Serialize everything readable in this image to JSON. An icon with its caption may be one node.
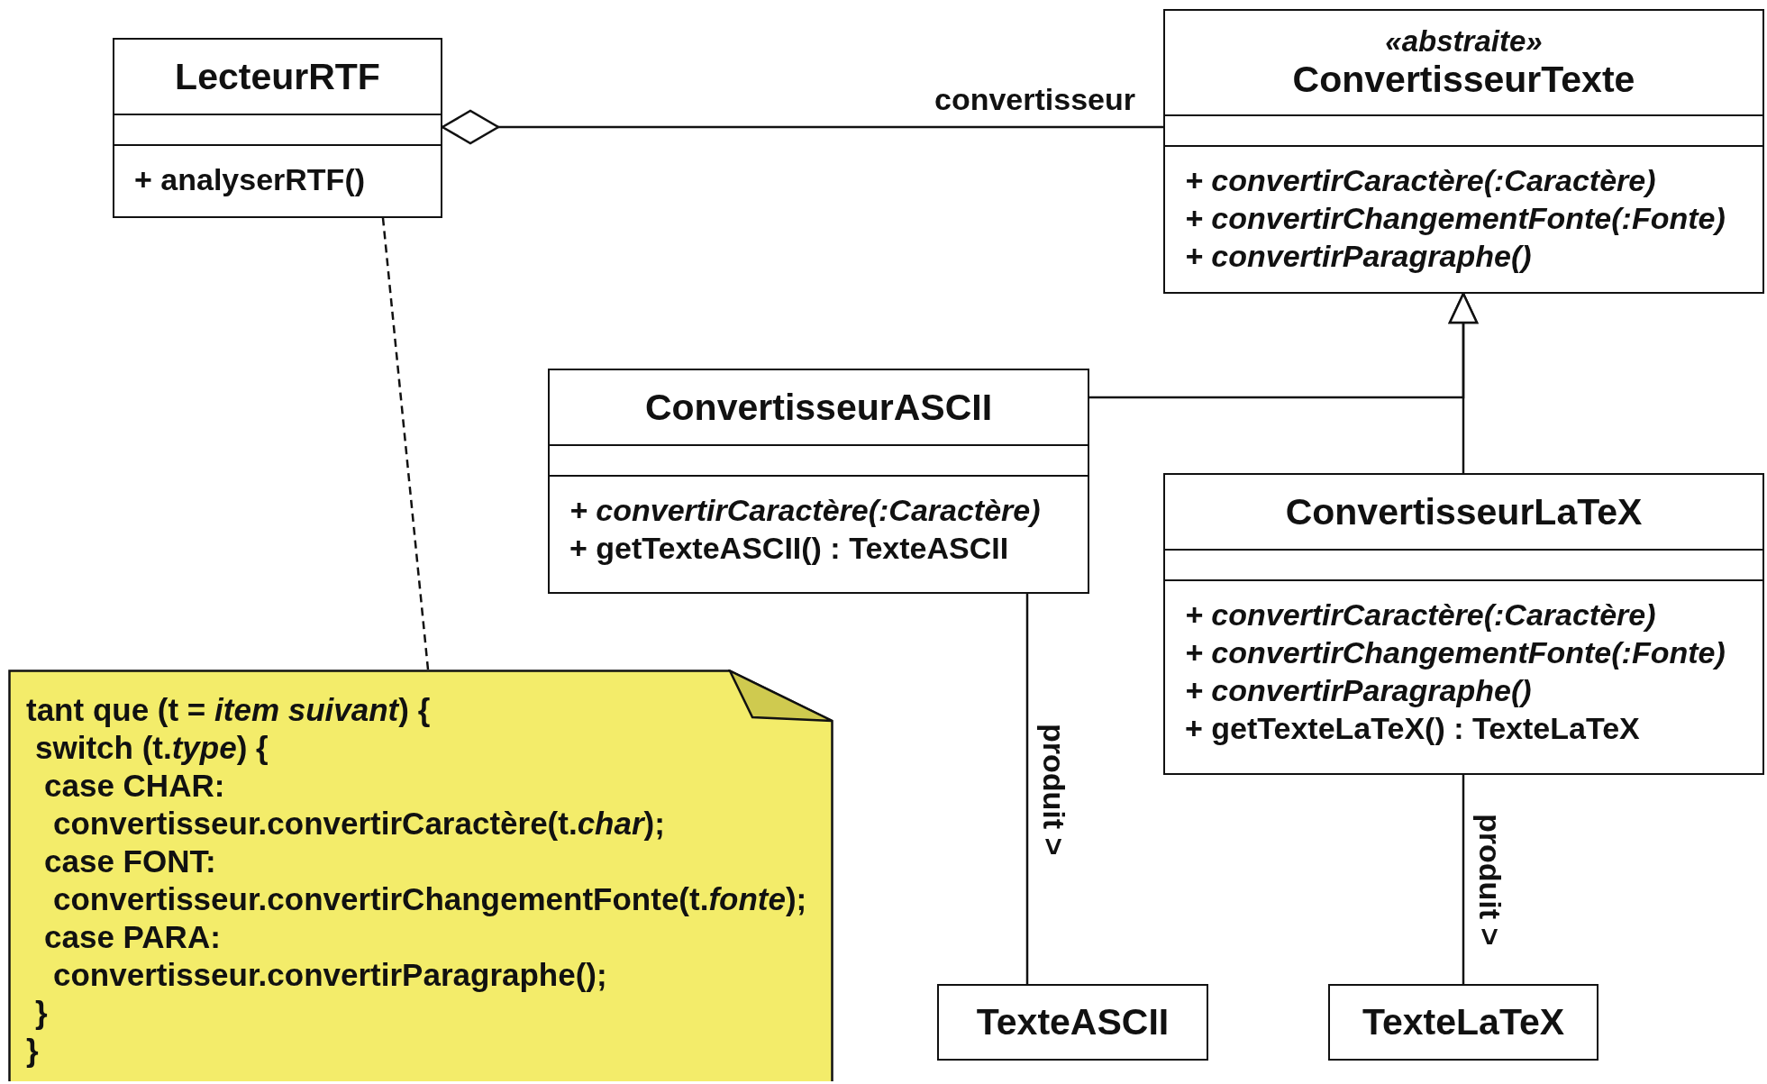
{
  "diagram": {
    "nodes": [
      {
        "text": [
          "LecteurRTF",
          "+ analyserRTF()"
        ]
      },
      {
        "text": [
          "«abstraite»",
          "ConvertisseurTexte",
          "+ convertirCaractère(:Caractère)",
          "+ convertirChangementFonte(:Fonte)",
          "+ convertirParagraphe()"
        ]
      },
      {
        "text": [
          "ConvertisseurASCII",
          "+ convertirCaractère(:Caractère)",
          "+ getTexteASCII() : TexteASCII"
        ]
      },
      {
        "text": [
          "ConvertisseurLaTeX",
          "+ convertirCaractère(:Caractère)",
          "+ convertirChangementFonte(:Fonte)",
          "+ convertirParagraphe()",
          "+ getTexteLaTeX() : TexteLaTeX"
        ]
      },
      {
        "text": [
          "TexteASCII"
        ]
      },
      {
        "text": [
          "TexteLaTeX"
        ]
      },
      {
        "text": [
          "tant que (t = *item suivant*) {",
          "switch (t.*type*) {",
          "case CHAR:",
          "convertisseur.convertirCaractère(t.*char*);",
          "case FONT:",
          "convertisseur.convertirChangementFonte(t.*fonte*);",
          "case PARA:",
          "convertisseur.convertirParagraphe();",
          "}",
          "}"
        ]
      }
    ],
    "edges": [
      {
        "from": 0,
        "to": 1,
        "arrow": "other",
        "label": "convertisseur"
      },
      {
        "from": 2,
        "to": 1,
        "arrow": "to"
      },
      {
        "from": 3,
        "to": 1,
        "arrow": "to"
      },
      {
        "from": 2,
        "to": 4,
        "arrow": "none",
        "label": "produit >"
      },
      {
        "from": 3,
        "to": 5,
        "arrow": "none",
        "label": "produit >"
      },
      {
        "from": 6,
        "to": 0,
        "arrow": "none",
        "style": "dashed"
      }
    ]
  }
}
